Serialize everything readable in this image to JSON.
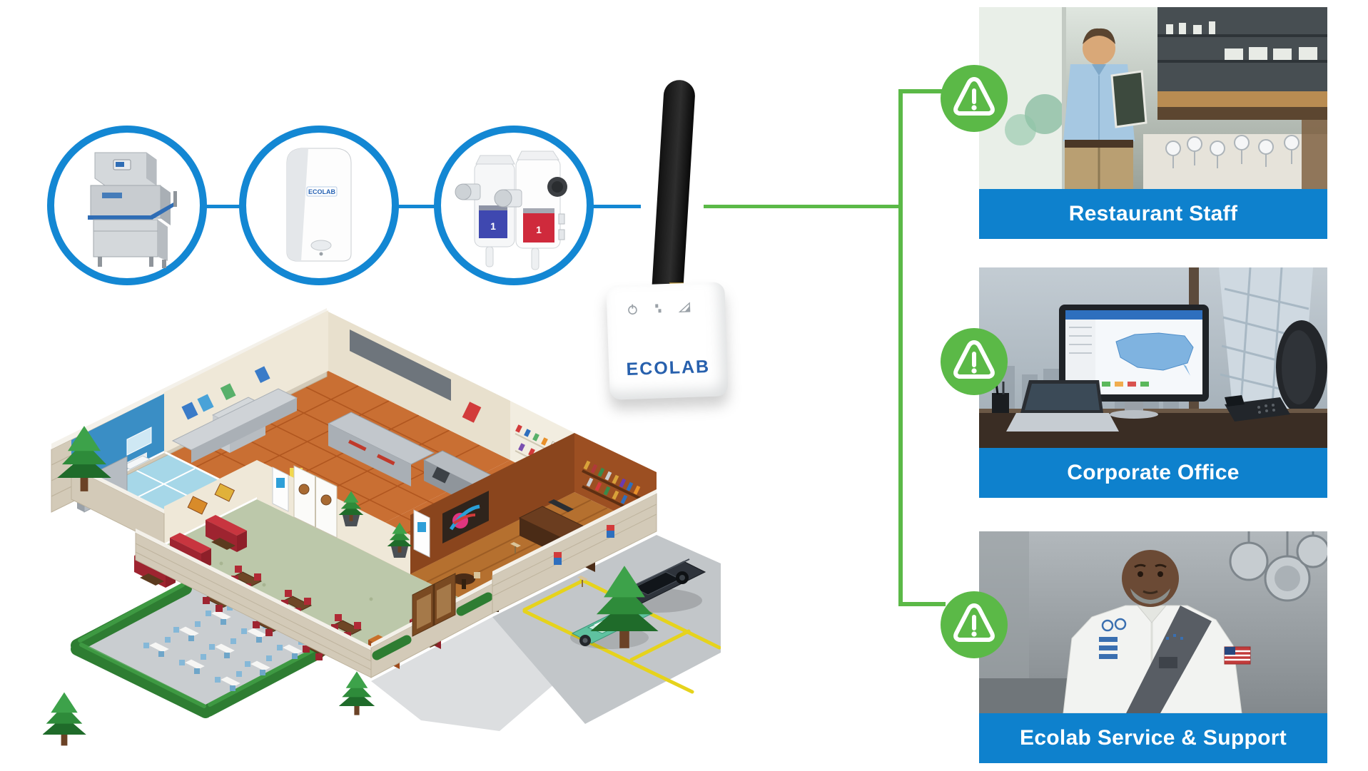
{
  "palette": {
    "line_blue": "#1387d3",
    "line_green": "#5bb947",
    "banner_blue": "#0e81cd",
    "gateway_brand_blue": "#2760ad"
  },
  "device_chain": [
    {
      "id": "hood-dishwasher",
      "name": "commercial dish machine"
    },
    {
      "id": "solid-dispenser",
      "name": "solid chemical dispenser",
      "brand": "ECOLAB"
    },
    {
      "id": "chemical-pumps",
      "name": "dual chemical dispensing pumps",
      "labels": [
        "blue-product-label",
        "red-product-label"
      ]
    }
  ],
  "gateway": {
    "brand": "ECOLAB",
    "indicators": [
      "power-icon",
      "status-icon",
      "signal-bars-icon"
    ],
    "parts": [
      "cellular-antenna"
    ]
  },
  "stakeholders": [
    {
      "title": "Restaurant Staff",
      "photo": "restaurant-manager-photo",
      "alert_icon": "alert-triangle-icon"
    },
    {
      "title": "Corporate Office",
      "photo": "office-dashboard-photo",
      "alert_icon": "alert-triangle-icon"
    },
    {
      "title": "Ecolab Service & Support",
      "photo": "service-technician-photo",
      "alert_icon": "alert-triangle-icon"
    }
  ],
  "building": {
    "type": "isometric-restaurant-cutaway",
    "areas": [
      "kitchen",
      "chemical-storage",
      "bar",
      "dining-room",
      "restroom",
      "outdoor-patio",
      "parking-lot",
      "entrance"
    ]
  }
}
